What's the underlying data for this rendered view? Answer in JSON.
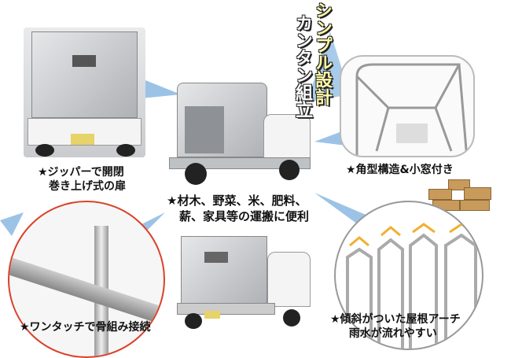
{
  "headline": {
    "line1": "シンプル設計",
    "line2": "カンタン組立"
  },
  "features": [
    {
      "line1": "★ジッパーで開閉",
      "line2": "巻き上げ式の扉"
    },
    {
      "line1": "★角型構造&小窓付き"
    },
    {
      "line1": "★材木、野菜、米、肥料、",
      "line2": "薪、家具等の運搬に便利"
    },
    {
      "line1": "★ワンタッチで骨組み接続"
    },
    {
      "line1": "★傾斜がついた屋根アーチ",
      "line2": "雨水が流れやすい"
    }
  ],
  "colors": {
    "pointer": "#9cc3e6",
    "circle_red": "#d9422b",
    "circle_gray": "#999999"
  }
}
